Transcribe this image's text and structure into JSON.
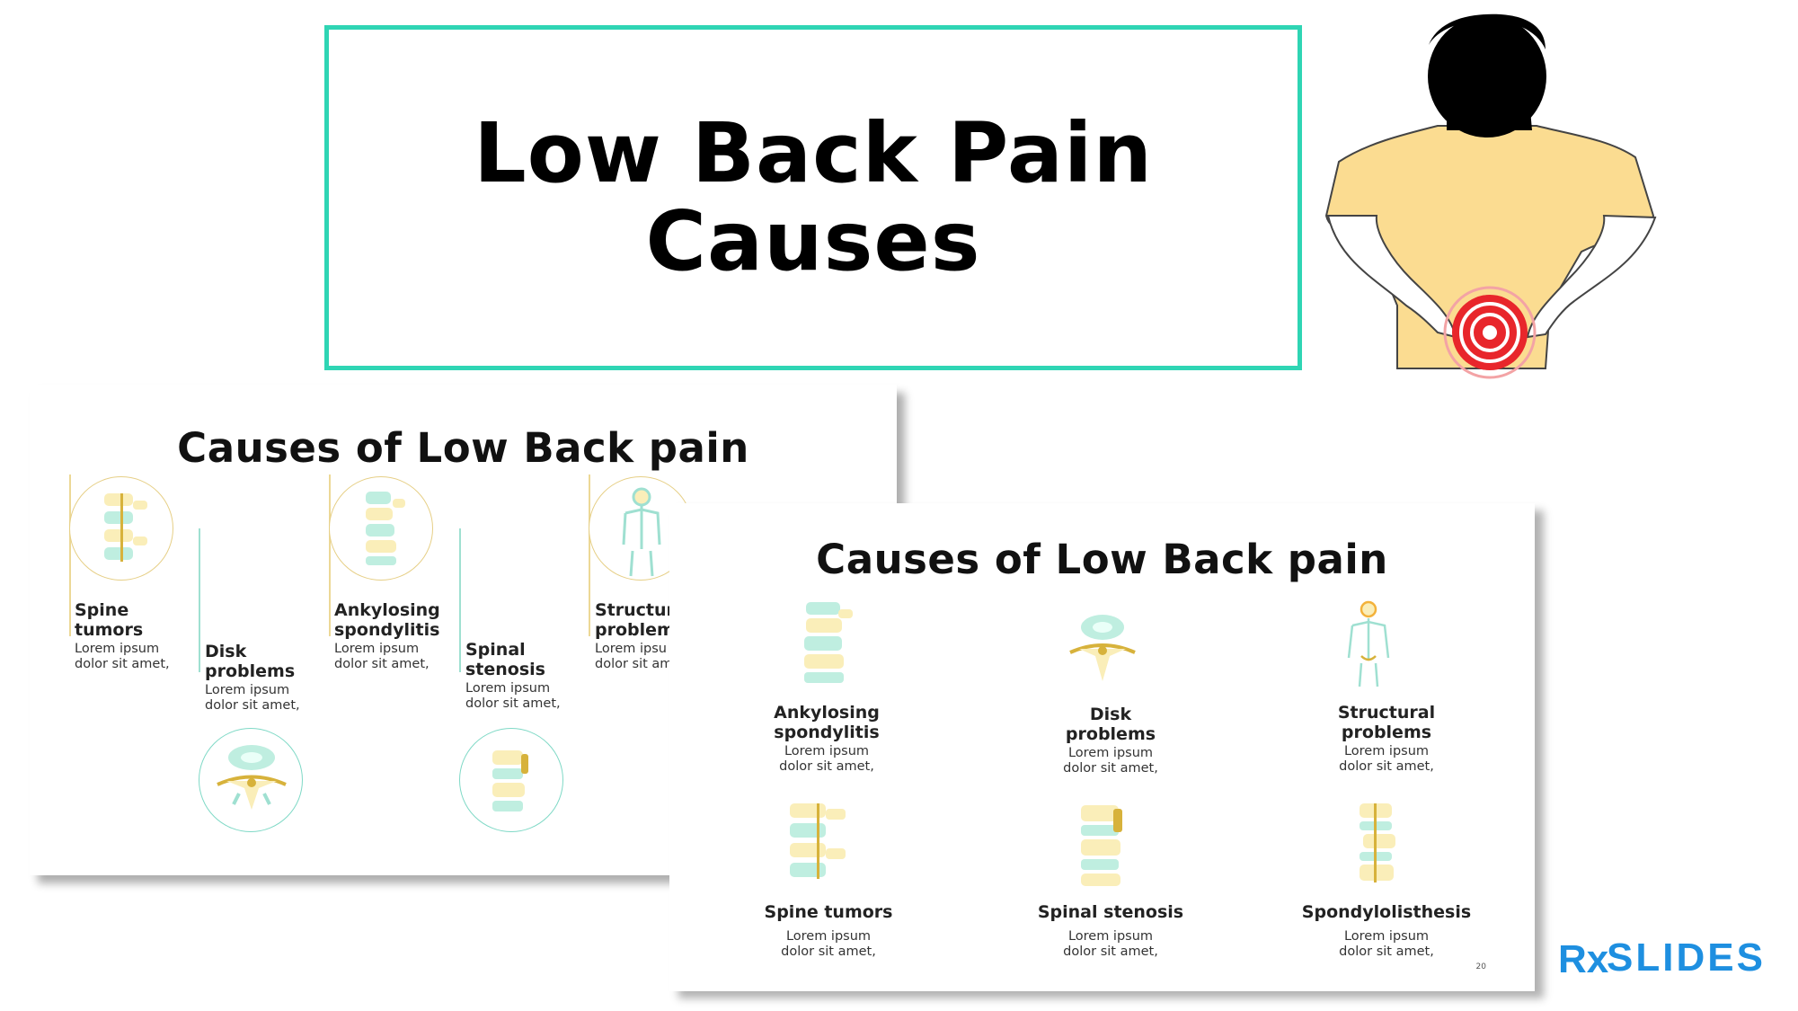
{
  "title_card": {
    "line1": "Low Back Pain",
    "line2": "Causes"
  },
  "slide_back": {
    "title": "Causes of Low Back pain",
    "items": [
      {
        "head": "Spine\ntumors",
        "body": "Lorem ipsum\ndolor sit amet,"
      },
      {
        "head": "Disk\nproblems",
        "body": "Lorem ipsum\ndolor sit amet,"
      },
      {
        "head": "Ankylosing\nspondylitis",
        "body": "Lorem ipsum\ndolor sit amet,"
      },
      {
        "head": "Spinal\nstenosis",
        "body": "Lorem ipsum\ndolor sit amet,"
      },
      {
        "head": "Structur\nproblem",
        "body": "Lorem ipsu\ndolor sit am"
      }
    ]
  },
  "slide_front": {
    "title": "Causes of Low Back pain",
    "items": [
      {
        "head": "Ankylosing\nspondylitis",
        "body": "Lorem ipsum\ndolor sit amet,"
      },
      {
        "head": "Disk\nproblems",
        "body": "Lorem ipsum\ndolor sit amet,"
      },
      {
        "head": "Structural\nproblems",
        "body": "Lorem ipsum\ndolor sit amet,"
      },
      {
        "head": "Spine tumors",
        "body": "Lorem ipsum\ndolor sit amet,"
      },
      {
        "head": "Spinal stenosis",
        "body": "Lorem ipsum\ndolor sit amet,"
      },
      {
        "head": "Spondylolisthesis",
        "body": "Lorem ipsum\ndolor sit amet,"
      }
    ],
    "page_number": "20"
  },
  "logo": {
    "text": "SLIDES",
    "mark": "Rx"
  },
  "colors": {
    "title_border": "#2fd5b4",
    "gold_line": "#ecd896",
    "teal_line": "#9fe0d1",
    "logo_blue": "#1e8fe0",
    "pain_red": "#e8262b",
    "skin": "#fbdc91"
  },
  "icons": [
    "spine-icon",
    "disk-icon",
    "skeleton-icon",
    "back-pain-illustration",
    "rx-slides-logo"
  ]
}
